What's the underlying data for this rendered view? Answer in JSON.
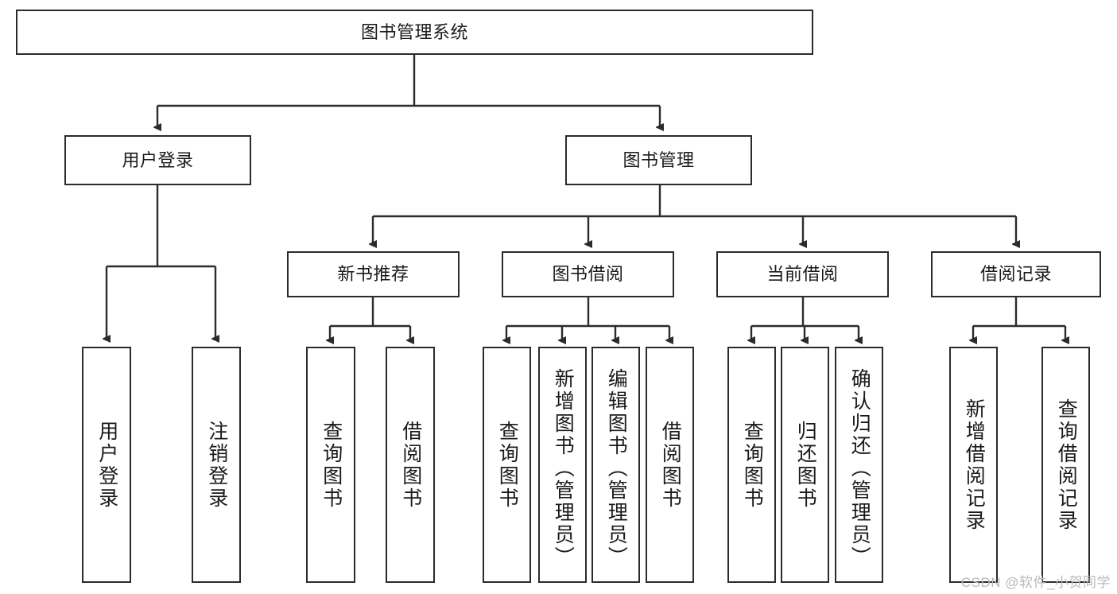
{
  "diagram": {
    "type": "tree-hierarchy",
    "title": "图书管理系统",
    "root": {
      "id": "root",
      "label": "图书管理系统"
    },
    "level2": [
      {
        "id": "user-login",
        "label": "用户登录"
      },
      {
        "id": "book-management",
        "label": "图书管理"
      }
    ],
    "level3": [
      {
        "id": "new-book-recommend",
        "label": "新书推荐",
        "parent": "book-management"
      },
      {
        "id": "book-borrow",
        "label": "图书借阅",
        "parent": "book-management"
      },
      {
        "id": "current-borrow",
        "label": "当前借阅",
        "parent": "book-management"
      },
      {
        "id": "borrow-record",
        "label": "借阅记录",
        "parent": "book-management"
      }
    ],
    "leaves": {
      "user_login": [
        {
          "id": "leaf-user-login",
          "label": "用户登录"
        },
        {
          "id": "leaf-user-logout",
          "label": "注销登录"
        }
      ],
      "new_book_recommend": [
        {
          "id": "leaf-query-book-1",
          "label": "查询图书"
        },
        {
          "id": "leaf-borrow-book-1",
          "label": "借阅图书"
        }
      ],
      "book_borrow": [
        {
          "id": "leaf-query-book-2",
          "label": "查询图书"
        },
        {
          "id": "leaf-add-book",
          "label": "新增图书（管理员）"
        },
        {
          "id": "leaf-edit-book",
          "label": "编辑图书（管理员）"
        },
        {
          "id": "leaf-borrow-book-2",
          "label": "借阅图书"
        }
      ],
      "current_borrow": [
        {
          "id": "leaf-query-book-3",
          "label": "查询图书"
        },
        {
          "id": "leaf-return-book",
          "label": "归还图书"
        },
        {
          "id": "leaf-confirm-return",
          "label": "确认归还（管理员）"
        }
      ],
      "borrow_record": [
        {
          "id": "leaf-add-record",
          "label": "新增借阅记录"
        },
        {
          "id": "leaf-query-record",
          "label": "查询借阅记录"
        }
      ]
    },
    "colors": {
      "stroke": "#2b2b2b",
      "fill": "#ffffff",
      "text": "#1a1a1a",
      "watermark": "#b9b9b9"
    }
  },
  "watermark": {
    "text": "CSDN @软件_小贺同学"
  }
}
